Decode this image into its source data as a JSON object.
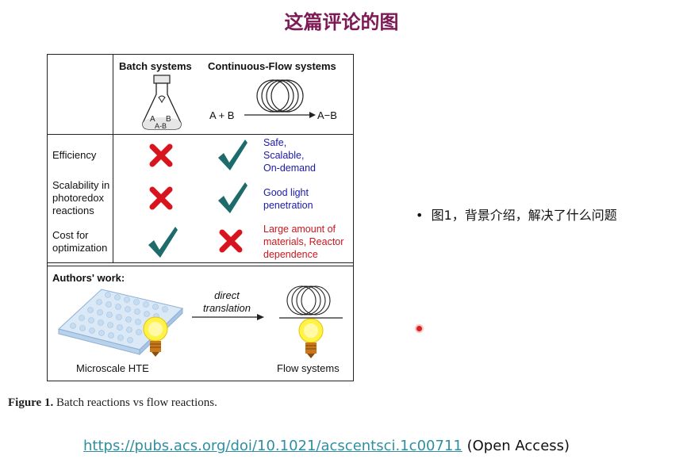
{
  "slide_title": "这篇评论的图",
  "figure": {
    "col_headers": {
      "batch": "Batch systems",
      "flow": "Continuous-Flow systems"
    },
    "flask_labels": {
      "a": "A",
      "b": "B",
      "ab": "A-B"
    },
    "flow_equation": {
      "left": "A + B",
      "right": "A−B"
    },
    "rows": [
      {
        "label": "Efficiency",
        "batch": "cross",
        "flow": "check",
        "note": "Safe,\nScalable,\nOn-demand",
        "note_color": "blue"
      },
      {
        "label": "Scalability in\nphotoredox\nreactions",
        "batch": "cross",
        "flow": "check",
        "note": "Good light\npenetration",
        "note_color": "blue"
      },
      {
        "label": "Cost for\noptimization",
        "batch": "check",
        "flow": "cross",
        "note": "Large amount of\nmaterials, Reactor\ndependence",
        "note_color": "red"
      }
    ],
    "authors_work": "Authors' work:",
    "arrow_label": "direct\ntranslation",
    "left_label": "Microscale HTE",
    "right_label": "Flow systems",
    "colors": {
      "check": "#1e6b6b",
      "cross": "#d8141e",
      "blue_text": "#1a1aa8",
      "red_text": "#c8161e"
    }
  },
  "caption": {
    "label": "Figure 1.",
    "text": "Batch reactions vs flow reactions."
  },
  "bullet": "图1，背景介绍，解决了什么问题",
  "link": {
    "url": "https://pubs.acs.org/doi/10.1021/acscentsci.1c00711",
    "suffix": "(Open Access)"
  }
}
